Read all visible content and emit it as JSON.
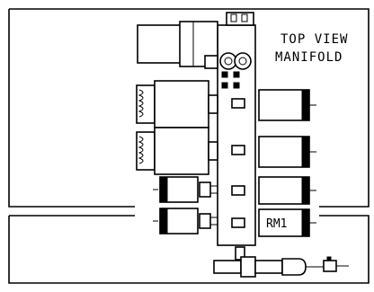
{
  "drawing": {
    "title_line1": "TOP VIEW",
    "title_line2": "MANIFOLD",
    "valve_tag": "RM1"
  }
}
